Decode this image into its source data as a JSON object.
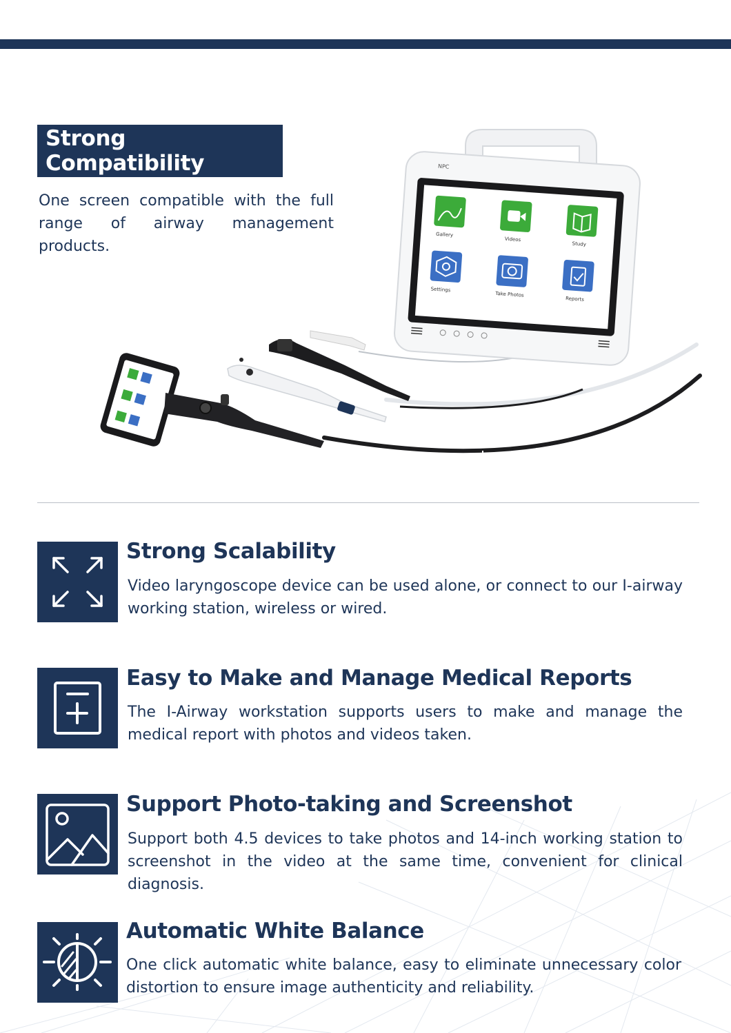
{
  "compatibility": {
    "title": "Strong Compatibility",
    "description": "One screen compatible with the full range of airway management products."
  },
  "device_screen": {
    "brand": "NPC",
    "apps": [
      {
        "label": "Gallery",
        "color": "#3cab3a",
        "icon": "gallery-icon"
      },
      {
        "label": "Videos",
        "color": "#3cab3a",
        "icon": "video-camera-icon"
      },
      {
        "label": "Study",
        "color": "#3cab3a",
        "icon": "book-icon"
      },
      {
        "label": "Settings",
        "color": "#3b6fc4",
        "icon": "settings-hex-icon"
      },
      {
        "label": "Take Photos",
        "color": "#3b6fc4",
        "icon": "camera-icon"
      },
      {
        "label": "Reports",
        "color": "#3b6fc4",
        "icon": "clipboard-check-icon"
      }
    ]
  },
  "features": [
    {
      "title": "Strong Scalability",
      "description": "Video laryngoscope device can be used alone, or connect to our I-airway working station, wireless or wired.",
      "icon": "expand-arrows-icon"
    },
    {
      "title": "Easy to Make and Manage Medical Reports",
      "description": "The I-Airway workstation supports users to make and manage the medical report with photos and videos taken.",
      "icon": "report-plus-icon"
    },
    {
      "title": "Support Photo-taking and Screenshot",
      "description": "Support both 4.5 devices to take photos and 14-inch working station to screenshot in the video at the same time, convenient for clinical diagnosis.",
      "icon": "image-icon"
    },
    {
      "title": "Automatic White Balance",
      "description": "One click automatic white balance, easy to eliminate unnecessary color distortion to ensure image authenticity and reliability.",
      "icon": "white-balance-sun-icon"
    }
  ],
  "colors": {
    "navy": "#1e3558",
    "divider": "#b9bec6",
    "app_green": "#3cab3a",
    "app_blue": "#3b6fc4"
  }
}
